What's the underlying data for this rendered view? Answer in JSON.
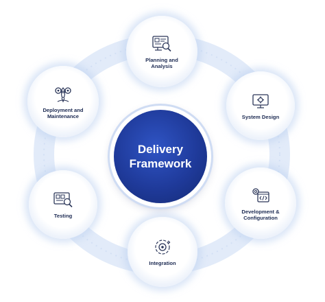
{
  "diagram": {
    "center_label": "Delivery\nFramework",
    "nodes": [
      {
        "label": "Planning and\nAnalysis",
        "icon": "dashboard-search-icon"
      },
      {
        "label": "System Design",
        "icon": "monitor-gear-icon"
      },
      {
        "label": "Development &\nConfiguration",
        "icon": "code-gear-icon"
      },
      {
        "label": "Integration",
        "icon": "integration-cycle-icon"
      },
      {
        "label": "Testing",
        "icon": "testing-search-icon"
      },
      {
        "label": "Deployment and\nMaintenance",
        "icon": "rocket-gear-icon"
      }
    ]
  },
  "colors": {
    "center_fill": "#1f3a9a",
    "node_text": "#1c2a52",
    "ring": "#dfe9f8",
    "icon_stroke": "#2a3558"
  }
}
